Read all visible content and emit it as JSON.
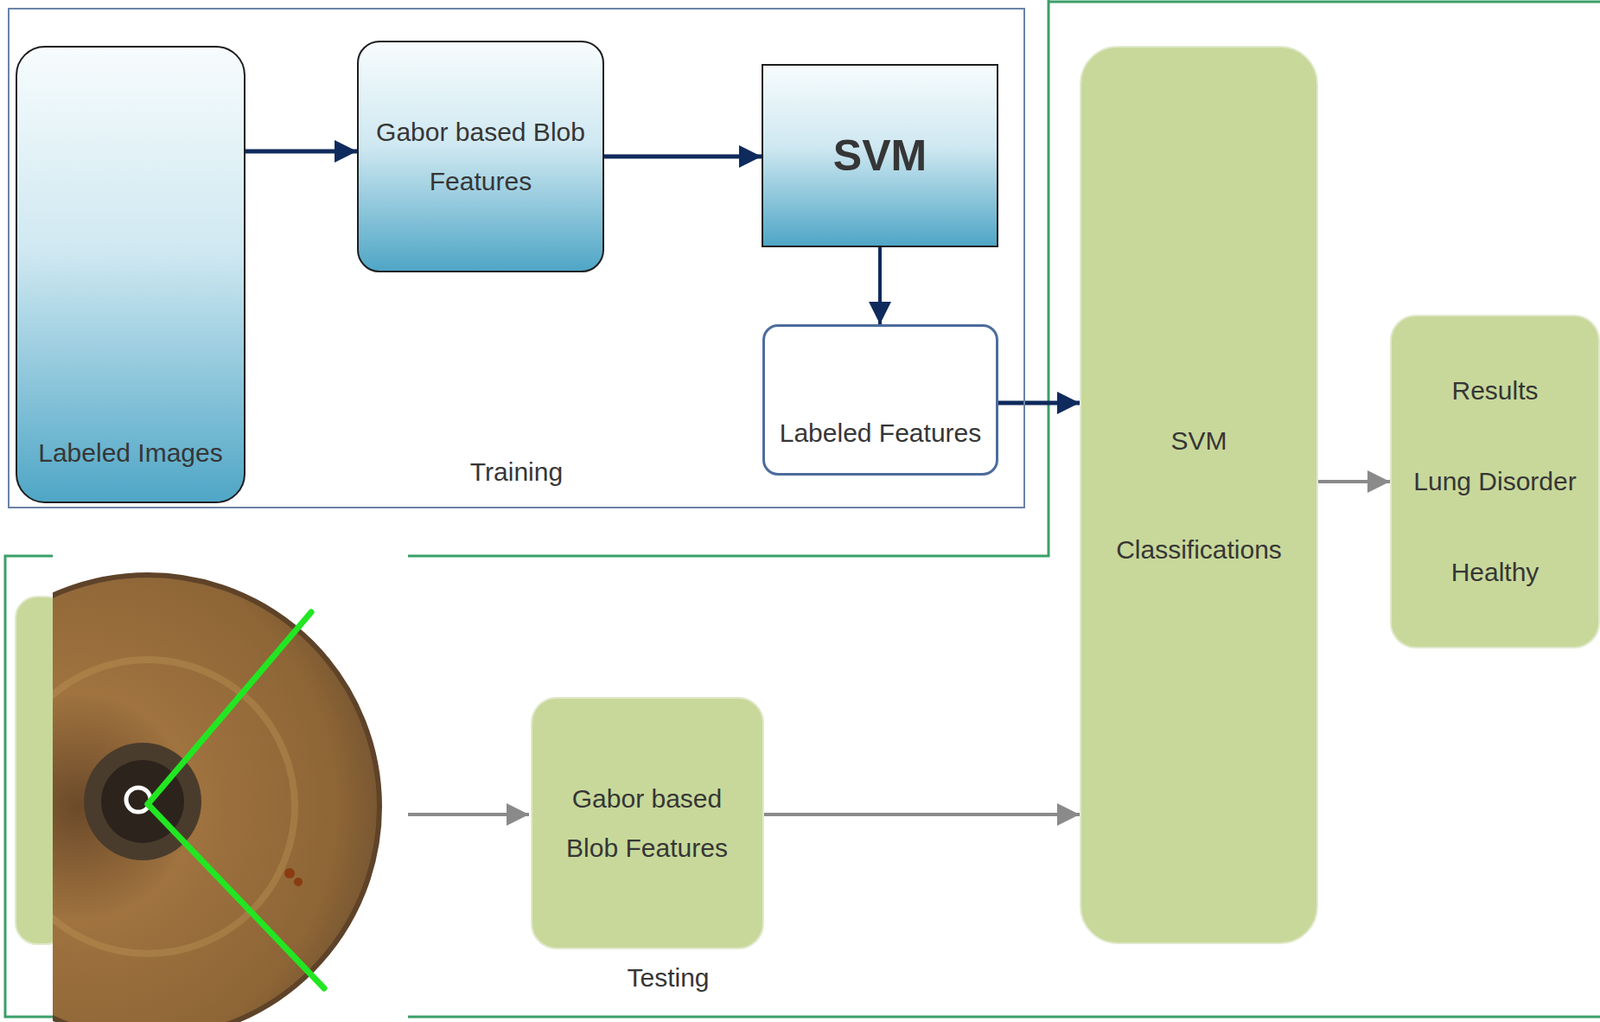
{
  "diagram": {
    "nodes": [
      {
        "text": [
          "Training"
        ]
      },
      {
        "text": [
          "Labeled Images"
        ],
        "in": 0
      },
      {
        "text": [
          "Gabor based Blob Features"
        ],
        "in": 0
      },
      {
        "text": [
          "SVM"
        ],
        "in": 0
      },
      {
        "text": [
          "Labeled Features"
        ],
        "in": 0
      },
      {
        "text": [
          "SVM Classifications"
        ]
      },
      {
        "text": [
          "Results",
          "Lung Disorder",
          "Healthy"
        ]
      },
      {
        "text": [
          "Gabor based Blob Features"
        ]
      }
    ],
    "edges": [
      {
        "from": 1,
        "to": 2,
        "arrow": "to"
      },
      {
        "from": 2,
        "to": 3,
        "arrow": "to"
      },
      {
        "from": 3,
        "to": 4,
        "arrow": "to"
      },
      {
        "from": 4,
        "to": 5,
        "arrow": "to"
      },
      {
        "from": 7,
        "to": 5,
        "arrow": "to"
      },
      {
        "from": 5,
        "to": 6,
        "arrow": "to"
      }
    ],
    "labels": [
      "Testing"
    ]
  }
}
